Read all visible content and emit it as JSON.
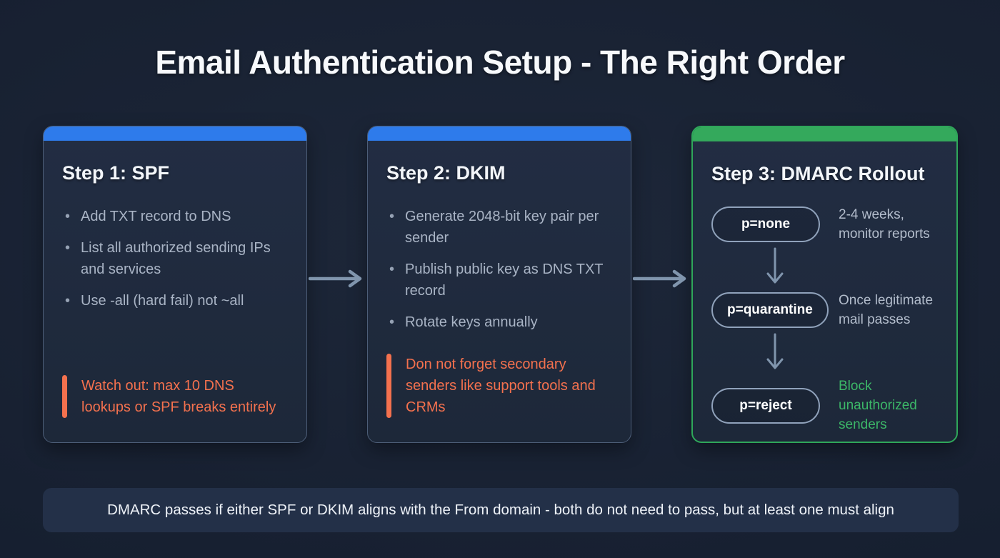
{
  "page": {
    "title": "Email Authentication Setup - The Right Order"
  },
  "colors": {
    "background": "#182132",
    "card_background": "#202b3e",
    "card_border": "#4d5e78",
    "accent_blue": "#2e7beb",
    "accent_green": "#34a95c",
    "warning_orange": "#f4714e",
    "body_text_gray": "#a9b4c5",
    "green_text": "#3cb768",
    "arrow_slate": "#8095ad",
    "footer_background": "#233048"
  },
  "cards": [
    {
      "title": "Step 1: SPF",
      "bullets": [
        "Add TXT record to DNS",
        "List all authorized sending IPs and services",
        "Use -all (hard fail) not ~all"
      ],
      "warning": "Watch out: max 10 DNS lookups or SPF breaks entirely"
    },
    {
      "title": "Step 2: DKIM",
      "bullets": [
        "Generate 2048-bit key pair per sender",
        "Publish public key as DNS TXT record",
        "Rotate keys annually"
      ],
      "warning": "Don not forget secondary senders like support tools and CRMs"
    },
    {
      "title": "Step 3: DMARC Rollout",
      "stages": [
        {
          "pill": "p=none",
          "description": "2-4 weeks, monitor reports"
        },
        {
          "pill": "p=quarantine",
          "description": "Once legitimate mail passes"
        },
        {
          "pill": "p=reject",
          "description": "Block unauthorized senders"
        }
      ]
    }
  ],
  "footer": {
    "note": "DMARC passes if either SPF or DKIM aligns with the From domain - both do not need to pass, but at least one must align"
  }
}
